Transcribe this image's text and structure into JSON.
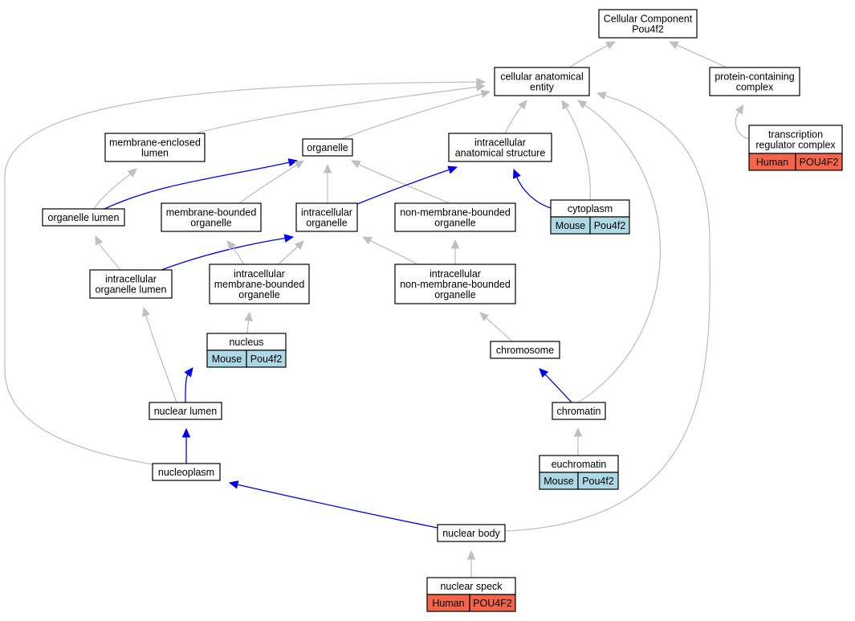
{
  "colors": {
    "gray_edge": "#c0c0c0",
    "blue_edge": "#0000ee",
    "mouse_fill": "#add8e6",
    "human_fill": "#f4644a"
  },
  "nodes": {
    "cellular_component": [
      "Cellular Component",
      "Pou4f2"
    ],
    "cellular_anatomical_entity": [
      "cellular anatomical",
      "entity"
    ],
    "protein_containing_complex": [
      "protein-containing",
      "complex"
    ],
    "transcription_regulator_complex": [
      "transcription",
      "regulator complex"
    ],
    "membrane_enclosed_lumen": [
      "membrane-enclosed",
      "lumen"
    ],
    "organelle": [
      "organelle"
    ],
    "intracellular_anatomical_structure": [
      "intracellular",
      "anatomical structure"
    ],
    "cytoplasm": [
      "cytoplasm"
    ],
    "organelle_lumen": [
      "organelle lumen"
    ],
    "membrane_bounded_organelle": [
      "membrane-bounded",
      "organelle"
    ],
    "intracellular_organelle": [
      "intracellular",
      "organelle"
    ],
    "non_membrane_bounded_organelle": [
      "non-membrane-bounded",
      "organelle"
    ],
    "intracellular_organelle_lumen": [
      "intracellular",
      "organelle lumen"
    ],
    "intracellular_membrane_bounded_organelle": [
      "intracellular",
      "membrane-bounded",
      "organelle"
    ],
    "intracellular_non_membrane_bounded_organelle": [
      "intracellular",
      "non-membrane-bounded",
      "organelle"
    ],
    "nucleus": [
      "nucleus"
    ],
    "chromosome": [
      "chromosome"
    ],
    "nuclear_lumen": [
      "nuclear lumen"
    ],
    "chromatin": [
      "chromatin"
    ],
    "euchromatin": [
      "euchromatin"
    ],
    "nucleoplasm": [
      "nucleoplasm"
    ],
    "nuclear_body": [
      "nuclear body"
    ],
    "nuclear_speck": [
      "nuclear speck"
    ]
  },
  "annotations": {
    "transcription_regulator_complex": {
      "species": "Human",
      "gene": "POU4F2",
      "color": "#f4644a"
    },
    "cytoplasm": {
      "species": "Mouse",
      "gene": "Pou4f2",
      "color": "#add8e6"
    },
    "nucleus": {
      "species": "Mouse",
      "gene": "Pou4f2",
      "color": "#add8e6"
    },
    "euchromatin": {
      "species": "Mouse",
      "gene": "Pou4f2",
      "color": "#add8e6"
    },
    "nuclear_speck": {
      "species": "Human",
      "gene": "POU4F2",
      "color": "#f4644a"
    }
  },
  "edges": [
    {
      "from": "cellular_anatomical_entity",
      "to": "cellular_component",
      "color": "gray"
    },
    {
      "from": "protein_containing_complex",
      "to": "cellular_component",
      "color": "gray"
    },
    {
      "from": "transcription_regulator_complex",
      "to": "protein_containing_complex",
      "color": "gray"
    },
    {
      "from": "membrane_enclosed_lumen",
      "to": "cellular_anatomical_entity",
      "color": "gray"
    },
    {
      "from": "organelle",
      "to": "cellular_anatomical_entity",
      "color": "gray"
    },
    {
      "from": "intracellular_anatomical_structure",
      "to": "cellular_anatomical_entity",
      "color": "gray"
    },
    {
      "from": "cytoplasm",
      "to": "cellular_anatomical_entity",
      "color": "gray"
    },
    {
      "from": "chromatin",
      "to": "cellular_anatomical_entity",
      "color": "gray"
    },
    {
      "from": "nuclear_body",
      "to": "cellular_anatomical_entity",
      "color": "gray"
    },
    {
      "from": "nucleoplasm",
      "to": "cellular_anatomical_entity",
      "color": "gray"
    },
    {
      "from": "cytoplasm",
      "to": "intracellular_anatomical_structure",
      "color": "blue"
    },
    {
      "from": "organelle_lumen",
      "to": "membrane_enclosed_lumen",
      "color": "gray"
    },
    {
      "from": "organelle_lumen",
      "to": "organelle",
      "color": "blue"
    },
    {
      "from": "membrane_bounded_organelle",
      "to": "organelle",
      "color": "gray"
    },
    {
      "from": "intracellular_organelle",
      "to": "organelle",
      "color": "gray"
    },
    {
      "from": "non_membrane_bounded_organelle",
      "to": "organelle",
      "color": "gray"
    },
    {
      "from": "intracellular_organelle",
      "to": "intracellular_anatomical_structure",
      "color": "blue"
    },
    {
      "from": "intracellular_organelle_lumen",
      "to": "organelle_lumen",
      "color": "gray"
    },
    {
      "from": "intracellular_organelle_lumen",
      "to": "intracellular_organelle",
      "color": "blue"
    },
    {
      "from": "intracellular_membrane_bounded_organelle",
      "to": "membrane_bounded_organelle",
      "color": "gray"
    },
    {
      "from": "intracellular_membrane_bounded_organelle",
      "to": "intracellular_organelle",
      "color": "gray"
    },
    {
      "from": "intracellular_non_membrane_bounded_organelle",
      "to": "intracellular_organelle",
      "color": "gray"
    },
    {
      "from": "intracellular_non_membrane_bounded_organelle",
      "to": "non_membrane_bounded_organelle",
      "color": "gray"
    },
    {
      "from": "nucleus",
      "to": "intracellular_membrane_bounded_organelle",
      "color": "gray"
    },
    {
      "from": "chromosome",
      "to": "intracellular_non_membrane_bounded_organelle",
      "color": "gray"
    },
    {
      "from": "nuclear_lumen",
      "to": "intracellular_organelle_lumen",
      "color": "gray"
    },
    {
      "from": "nuclear_lumen",
      "to": "nucleus",
      "color": "blue"
    },
    {
      "from": "chromatin",
      "to": "chromosome",
      "color": "blue"
    },
    {
      "from": "euchromatin",
      "to": "chromatin",
      "color": "gray"
    },
    {
      "from": "nucleoplasm",
      "to": "nuclear_lumen",
      "color": "blue"
    },
    {
      "from": "nuclear_body",
      "to": "nucleoplasm",
      "color": "blue"
    },
    {
      "from": "nuclear_speck",
      "to": "nuclear_body",
      "color": "gray"
    }
  ]
}
